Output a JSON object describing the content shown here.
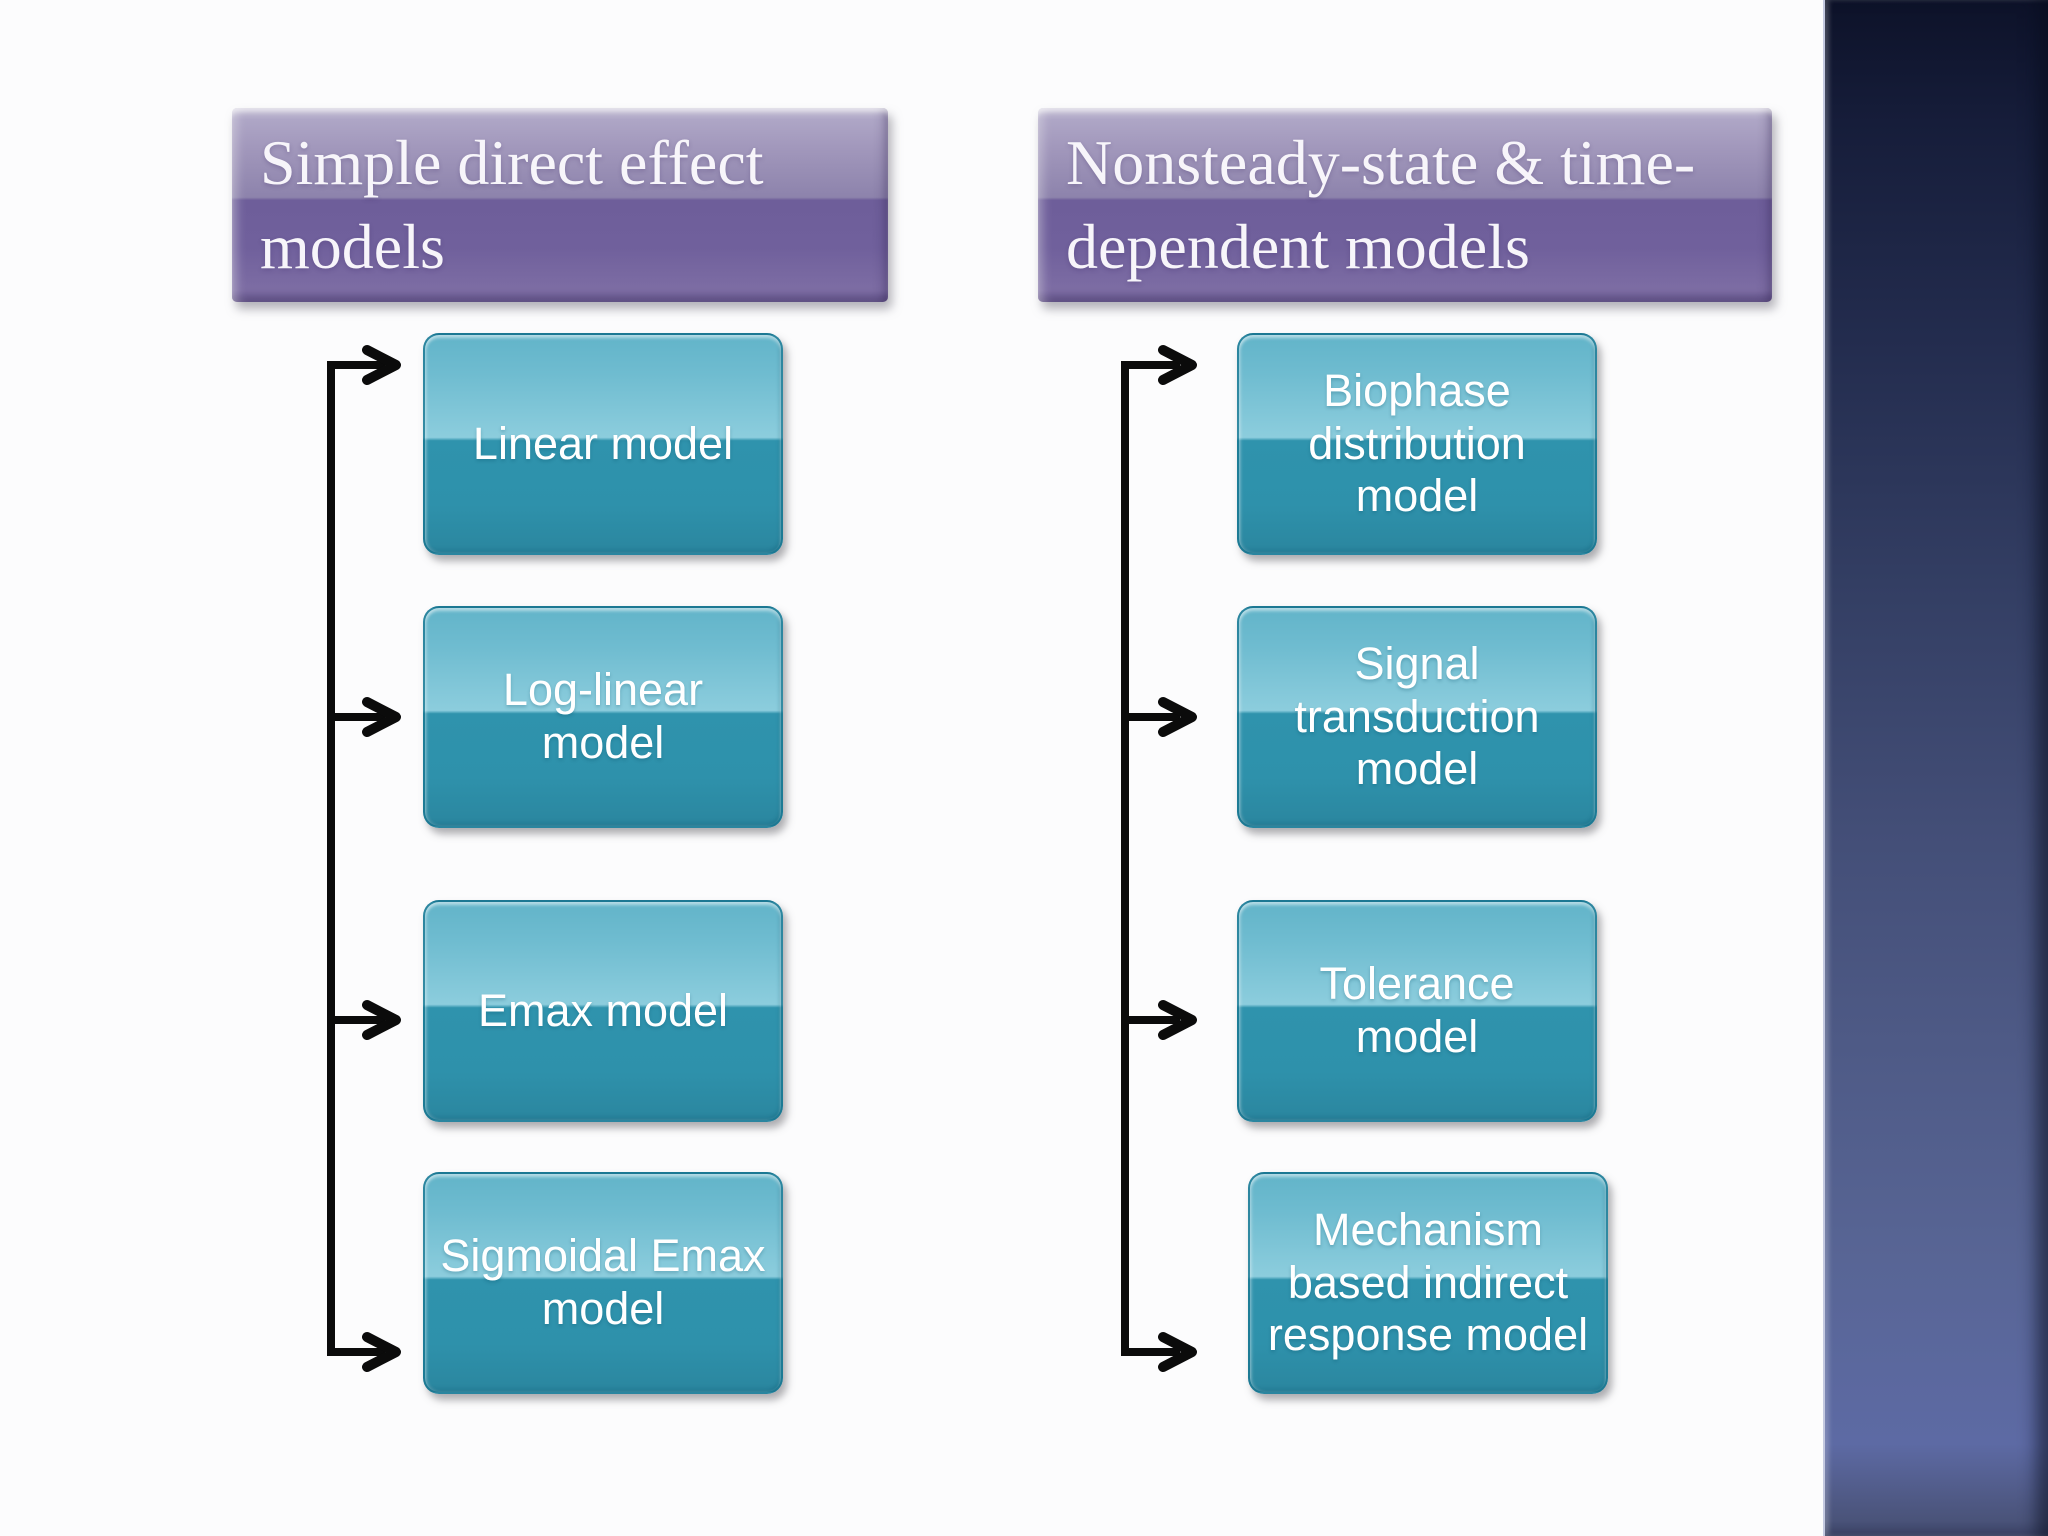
{
  "slide": {
    "columns": [
      {
        "header": {
          "lines": [
            "Simple direct effect",
            "models"
          ]
        },
        "boxes": [
          {
            "lines": [
              "Linear model",
              "",
              ""
            ]
          },
          {
            "lines": [
              "Log-linear",
              "model",
              ""
            ]
          },
          {
            "lines": [
              "Emax model",
              "",
              ""
            ]
          },
          {
            "lines": [
              "Sigmoidal Emax",
              "model",
              ""
            ]
          }
        ]
      },
      {
        "header": {
          "lines": [
            "Nonsteady-state & time-",
            "dependent models"
          ]
        },
        "boxes": [
          {
            "lines": [
              "Biophase",
              "distribution",
              "model"
            ]
          },
          {
            "lines": [
              "Signal",
              "transduction",
              "model"
            ]
          },
          {
            "lines": [
              "Tolerance",
              "model",
              ""
            ]
          },
          {
            "lines": [
              "Mechanism",
              "based indirect",
              "response model"
            ]
          }
        ]
      }
    ],
    "colors": {
      "header_purple_top": "#aea6c6",
      "header_purple_bottom": "#6e5e9a",
      "box_teal_light": "#8ccddd",
      "box_teal_dark": "#2f93ad",
      "connector_black": "#0b0b0b",
      "side_band_top": "#0d1229",
      "side_band_bottom": "#5d6aa4",
      "text_color": "#ffffff"
    }
  }
}
